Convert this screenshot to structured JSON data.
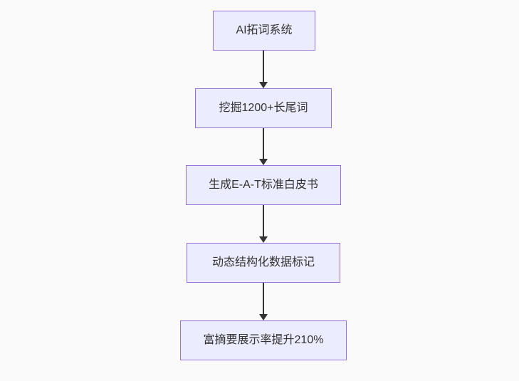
{
  "diagram": {
    "type": "flowchart",
    "direction": "top-down",
    "colors": {
      "background": "#fafafa",
      "node_fill": "#ECECFF",
      "node_border": "#9370DB",
      "arrow": "#333333",
      "text": "#333333"
    },
    "nodes": [
      {
        "id": "A",
        "label": "AI拓词系统"
      },
      {
        "id": "B",
        "label": "挖掘1200+长尾词"
      },
      {
        "id": "C",
        "label": "生成E-A-T标准白皮书"
      },
      {
        "id": "D",
        "label": "动态结构化数据标记"
      },
      {
        "id": "E",
        "label": "富摘要展示率提升210%"
      }
    ],
    "edges": [
      {
        "from": "A",
        "to": "B"
      },
      {
        "from": "B",
        "to": "C"
      },
      {
        "from": "C",
        "to": "D"
      },
      {
        "from": "D",
        "to": "E"
      }
    ]
  }
}
